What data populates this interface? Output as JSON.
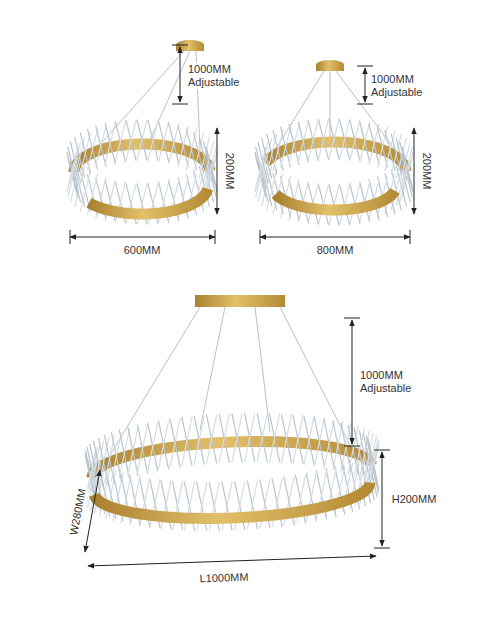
{
  "diagram": {
    "labels": [
      "1000MM Adjustable",
      "200MM",
      "600MM",
      "1000MM Adjustable",
      "200MM",
      "800MM",
      "1000MM Adjustable",
      "H200MM",
      "W280MM",
      "L1000MM"
    ]
  }
}
